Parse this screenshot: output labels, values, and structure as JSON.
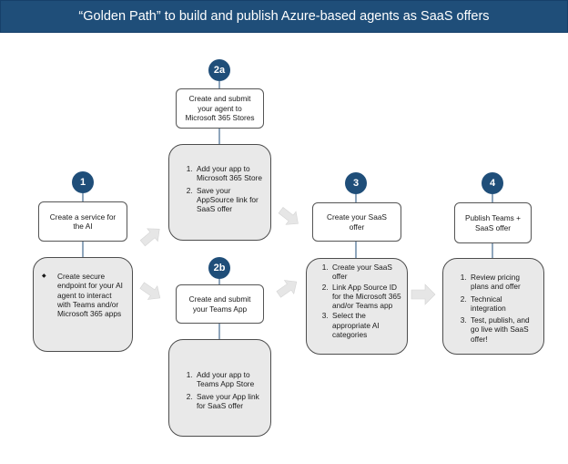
{
  "header": {
    "title": "“Golden Path” to build and publish Azure‑based agents as SaaS offers"
  },
  "steps": {
    "s1": {
      "number": "1",
      "title": "Create a service for the AI",
      "bullets": [
        "Create secure endpoint for your AI agent to interact with Teams and/or Microsoft 365 apps"
      ]
    },
    "s2a": {
      "number": "2a",
      "title": "Create and submit your agent to Microsoft 365 Stores",
      "items": [
        "Add your app to Microsoft 365 Store",
        "Save your AppSource link for SaaS offer"
      ]
    },
    "s2b": {
      "number": "2b",
      "title": "Create and submit your Teams App",
      "items": [
        "Add your app to Teams App Store",
        "Save your App link for SaaS offer"
      ]
    },
    "s3": {
      "number": "3",
      "title": "Create your SaaS offer",
      "items": [
        "Create your SaaS offer",
        "Link App Source ID for the Microsoft 365 and/or Teams app",
        "Select the appropriate AI categories"
      ]
    },
    "s4": {
      "number": "4",
      "title": "Publish Teams + SaaS offer",
      "items": [
        "Review pricing plans and offer",
        "Technical integration",
        "Test, publish, and go live with SaaS offer!"
      ]
    }
  },
  "colors": {
    "accent": "#1f4e79",
    "card": "#e9e9e9",
    "arrow": "#e6e6e6",
    "connector": "#1f4e79"
  }
}
